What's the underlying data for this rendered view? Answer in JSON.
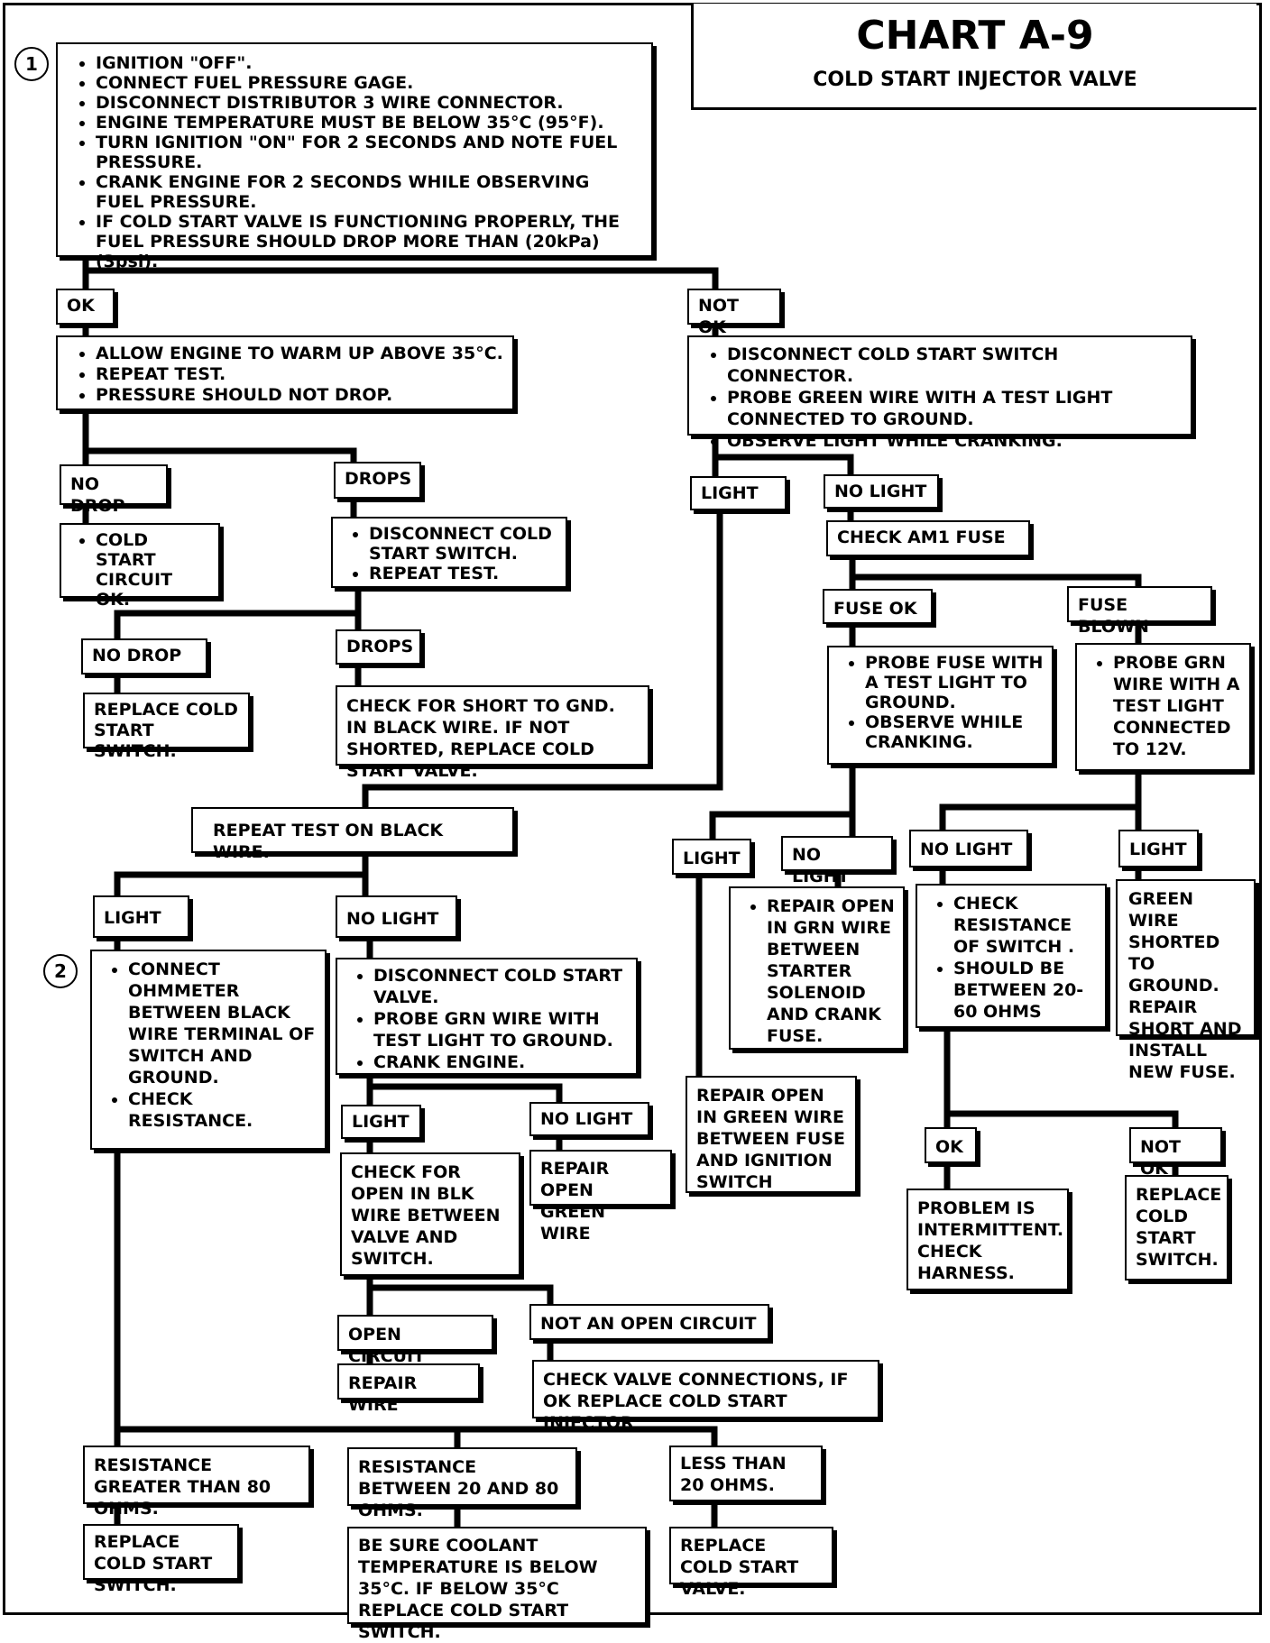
{
  "header": {
    "title": "CHART A-9",
    "subtitle": "COLD START INJECTOR VALVE"
  },
  "step_numbers": [
    "1",
    "2"
  ],
  "colors": {
    "ink": "#000000",
    "paper": "#ffffff"
  },
  "boxes": {
    "start": {
      "items": [
        "IGNITION \"OFF\".",
        "CONNECT FUEL PRESSURE GAGE.",
        "DISCONNECT DISTRIBUTOR 3 WIRE CONNECTOR.",
        "ENGINE TEMPERATURE MUST BE BELOW 35°C (95°F).",
        "TURN IGNITION \"ON\" FOR 2 SECONDS AND NOTE FUEL PRESSURE.",
        "CRANK ENGINE FOR 2 SECONDS WHILE OBSERVING FUEL PRESSURE.",
        "IF COLD START VALVE IS FUNCTIONING PROPERLY, THE FUEL PRESSURE SHOULD DROP MORE THAN (20kPa) (3psi)."
      ]
    },
    "ok_label": "OK",
    "not_ok_label": "NOT OK",
    "warm_test": {
      "items": [
        "ALLOW ENGINE TO WARM UP ABOVE 35°C.",
        "REPEAT TEST.",
        "PRESSURE SHOULD NOT DROP."
      ]
    },
    "no_drop_1": "NO DROP",
    "drops_1": "DROPS",
    "circuit_ok": {
      "items": [
        "COLD START CIRCUIT OK."
      ]
    },
    "disconnect_switch": {
      "items": [
        "DISCONNECT COLD START SWITCH.",
        "REPEAT TEST."
      ]
    },
    "no_drop_2": "NO DROP",
    "drops_2": "DROPS",
    "replace_switch_1": "REPLACE COLD START SWITCH.",
    "check_short": "CHECK FOR SHORT TO GND. IN BLACK WIRE.  IF NOT SHORTED, REPLACE COLD START VALVE.",
    "probe_green": {
      "items": [
        "DISCONNECT COLD START SWITCH CONNECTOR.",
        "PROBE GREEN WIRE WITH A TEST LIGHT CONNECTED TO GROUND.",
        "OBSERVE LIGHT WHILE CRANKING."
      ]
    },
    "light_1": "LIGHT",
    "no_light_1": "NO LIGHT",
    "check_am1": "CHECK AM1 FUSE",
    "fuse_ok": "FUSE OK",
    "fuse_blown": "FUSE BLOWN",
    "probe_fuse": {
      "items": [
        "PROBE FUSE WITH A TEST LIGHT TO GROUND.",
        "OBSERVE WHILE CRANKING."
      ]
    },
    "probe_grn_12v": {
      "items": [
        "PROBE GRN WIRE WITH A TEST LIGHT CONNECTED TO 12V."
      ]
    },
    "repeat_black": "REPEAT TEST ON BLACK WIRE.",
    "light_2": "LIGHT",
    "no_light_2": "NO LIGHT",
    "no_light_3": "NO LIGHT",
    "light_3": "LIGHT",
    "repair_open_starter": {
      "items": [
        "REPAIR OPEN IN GRN WIRE BETWEEN STARTER SOLENOID AND CRANK FUSE."
      ]
    },
    "check_resistance": {
      "items": [
        "CHECK RESISTANCE OF SWITCH .",
        "SHOULD BE BETWEEN 20-60 OHMS"
      ]
    },
    "shorted_ground": "GREEN WIRE SHORTED TO GROUND. REPAIR SHORT AND INSTALL NEW FUSE.",
    "light_4": "LIGHT",
    "no_light_4": "NO LIGHT",
    "ohmmeter": {
      "items": [
        "CONNECT OHMMETER BETWEEN BLACK WIRE TERMINAL OF SWITCH AND GROUND.",
        "CHECK RESISTANCE."
      ]
    },
    "disconnect_valve": {
      "items": [
        "DISCONNECT COLD START VALVE.",
        "PROBE GRN WIRE WITH TEST LIGHT TO GROUND.",
        "CRANK ENGINE."
      ]
    },
    "repair_fuse_ignition": "REPAIR OPEN IN GREEN WIRE BETWEEN FUSE AND IGNITION SWITCH",
    "ok_2": "OK",
    "not_ok_2": "NOT OK",
    "intermittent": "PROBLEM IS INTERMITTENT. CHECK HARNESS.",
    "replace_switch_2": "REPLACE COLD START SWITCH.",
    "light_5": "LIGHT",
    "no_light_5": "NO LIGHT",
    "check_open_blk": "CHECK FOR OPEN IN BLK WIRE BETWEEN VALVE AND SWITCH.",
    "repair_open_green": "REPAIR OPEN GREEN WIRE",
    "open_circuit": "OPEN CIRCUIT",
    "not_open_circuit": "NOT AN  OPEN CIRCUIT",
    "repair_wire": "REPAIR WIRE",
    "check_valve_conn": "CHECK VALVE CONNECTIONS, IF OK REPLACE COLD START INJECTOR",
    "res_greater": "RESISTANCE GREATER THAN 80 OHMS.",
    "res_between": "RESISTANCE BETWEEN 20 AND 80 OHMS.",
    "res_less": "LESS THAN 20 OHMS.",
    "replace_switch_3": "REPLACE COLD START SWITCH.",
    "coolant": "BE SURE COOLANT TEMPERATURE IS BELOW 35°C. IF BELOW 35°C REPLACE COLD START SWITCH.",
    "replace_valve": "REPLACE COLD START VALVE."
  }
}
